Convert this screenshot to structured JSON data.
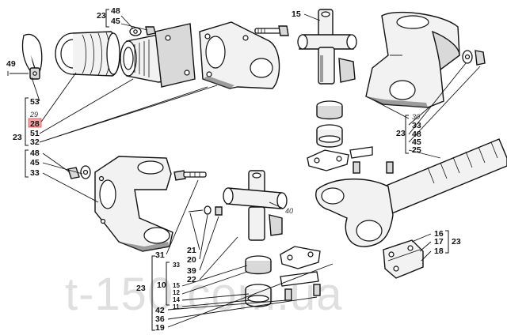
{
  "watermark": "t-150.com.ua",
  "highlight_color": "#f4a6a6",
  "callouts": {
    "n23_top": "23",
    "n48_top": "48",
    "n45_top": "45",
    "n15": "15",
    "n49": "49",
    "n53": "53",
    "n29": "29",
    "n28": "28",
    "n51": "51",
    "n32": "32",
    "n23_left": "23",
    "n48_l": "48",
    "n45_l": "45",
    "n33_l": "33",
    "n30": "30",
    "n33_r": "33",
    "n48_r": "48",
    "n45_r": "45",
    "n25": "25",
    "n23_r": "23",
    "n40": "40",
    "n16": "16",
    "n17": "17",
    "n18": "18",
    "n23_br": "23",
    "n31": "31",
    "n21": "21",
    "n20": "20",
    "n33_s": "33",
    "n39": "39",
    "n22": "22",
    "n10": "10",
    "n15_s": "15",
    "n12": "12",
    "n14": "14",
    "n11": "11",
    "n23_bl": "23",
    "n42": "42",
    "n36": "36",
    "n19": "19"
  }
}
